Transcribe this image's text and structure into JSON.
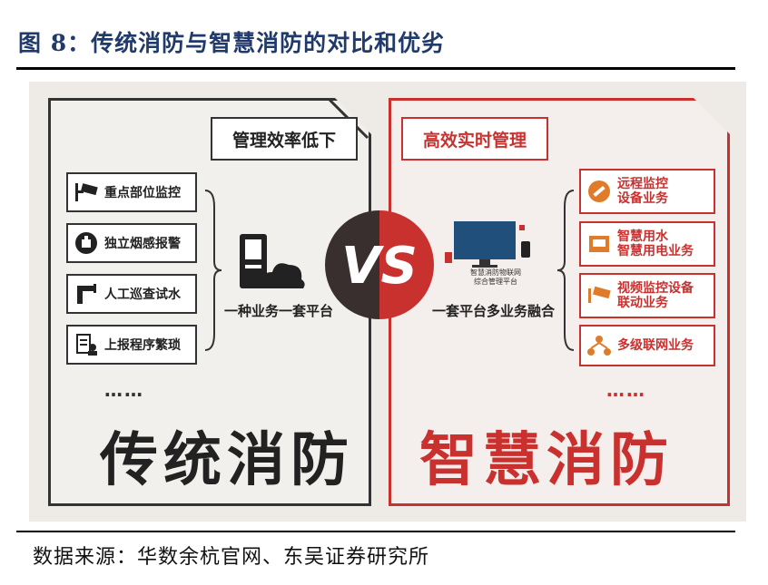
{
  "figure_title": "图 8：传统消防与智慧消防的对比和优劣",
  "left": {
    "tag": "管理效率低下",
    "items": [
      {
        "label": "重点部位监控",
        "icon": "camera-icon"
      },
      {
        "label": "独立烟感报警",
        "icon": "alarm-icon"
      },
      {
        "label": "人工巡查试水",
        "icon": "pipe-icon"
      },
      {
        "label": "上报程序繁琐",
        "icon": "report-icon"
      }
    ],
    "ellipsis": "……",
    "caption": "一种业务一套平台",
    "big_title": "传统消防"
  },
  "center": {
    "vs": "VS"
  },
  "right": {
    "tag": "高效实时管理",
    "items": [
      {
        "label_line1": "远程监控",
        "label_line2": "设备业务",
        "icon": "wrench-icon"
      },
      {
        "label_line1": "智慧用水",
        "label_line2": "智慧用电业务",
        "icon": "water-icon"
      },
      {
        "label_line1": "视频监控设备",
        "label_line2": "联动业务",
        "icon": "cctv-icon"
      },
      {
        "label_line1": "多级联网业务",
        "label_line2": "",
        "icon": "network-icon"
      }
    ],
    "ellipsis": "……",
    "platform_screen_line1": "智慧消防物联网",
    "platform_screen_line2": "综合管理平台",
    "caption": "一套平台多业务融合",
    "big_title": "智慧消防"
  },
  "colors": {
    "dark": "#333333",
    "red": "#c9312f",
    "title_blue": "#1f3a6b"
  },
  "source": "数据来源：华数余杭官网、东吴证券研究所"
}
